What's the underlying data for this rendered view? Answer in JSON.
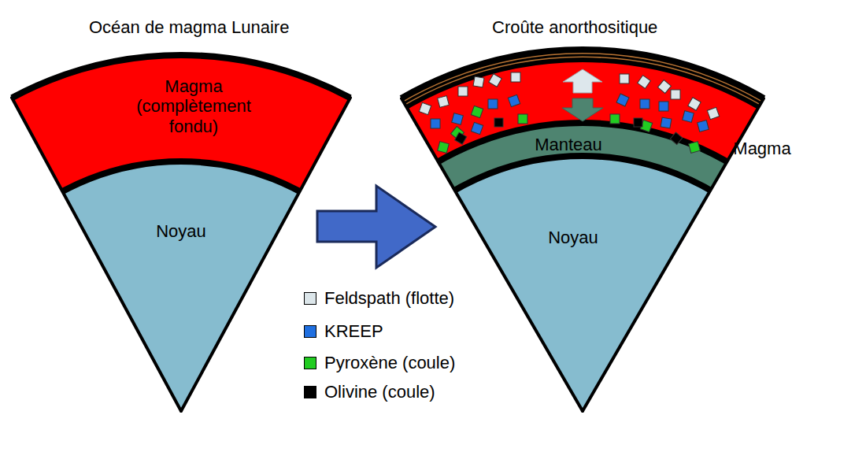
{
  "diagram": {
    "nodes": [
      {
        "text": [
          "Magma (complètement fondu)"
        ]
      },
      {
        "text": [
          "Noyau"
        ]
      },
      {
        "text": [
          "Magma"
        ]
      },
      {
        "text": [
          "Manteau"
        ]
      },
      {
        "text": [
          "Noyau"
        ]
      }
    ],
    "labels": [
      "Océan de magma Lunaire",
      "Croûte anorthositique"
    ],
    "legend": [
      {
        "text": "Feldspath (flotte)",
        "color": "#dce6ea"
      },
      {
        "text": "KREEP",
        "color": "#1f6fe0"
      },
      {
        "text": "Pyroxène (coule)",
        "color": "#22cc22"
      },
      {
        "text": "Olivine (coule)",
        "color": "#000000"
      }
    ]
  }
}
